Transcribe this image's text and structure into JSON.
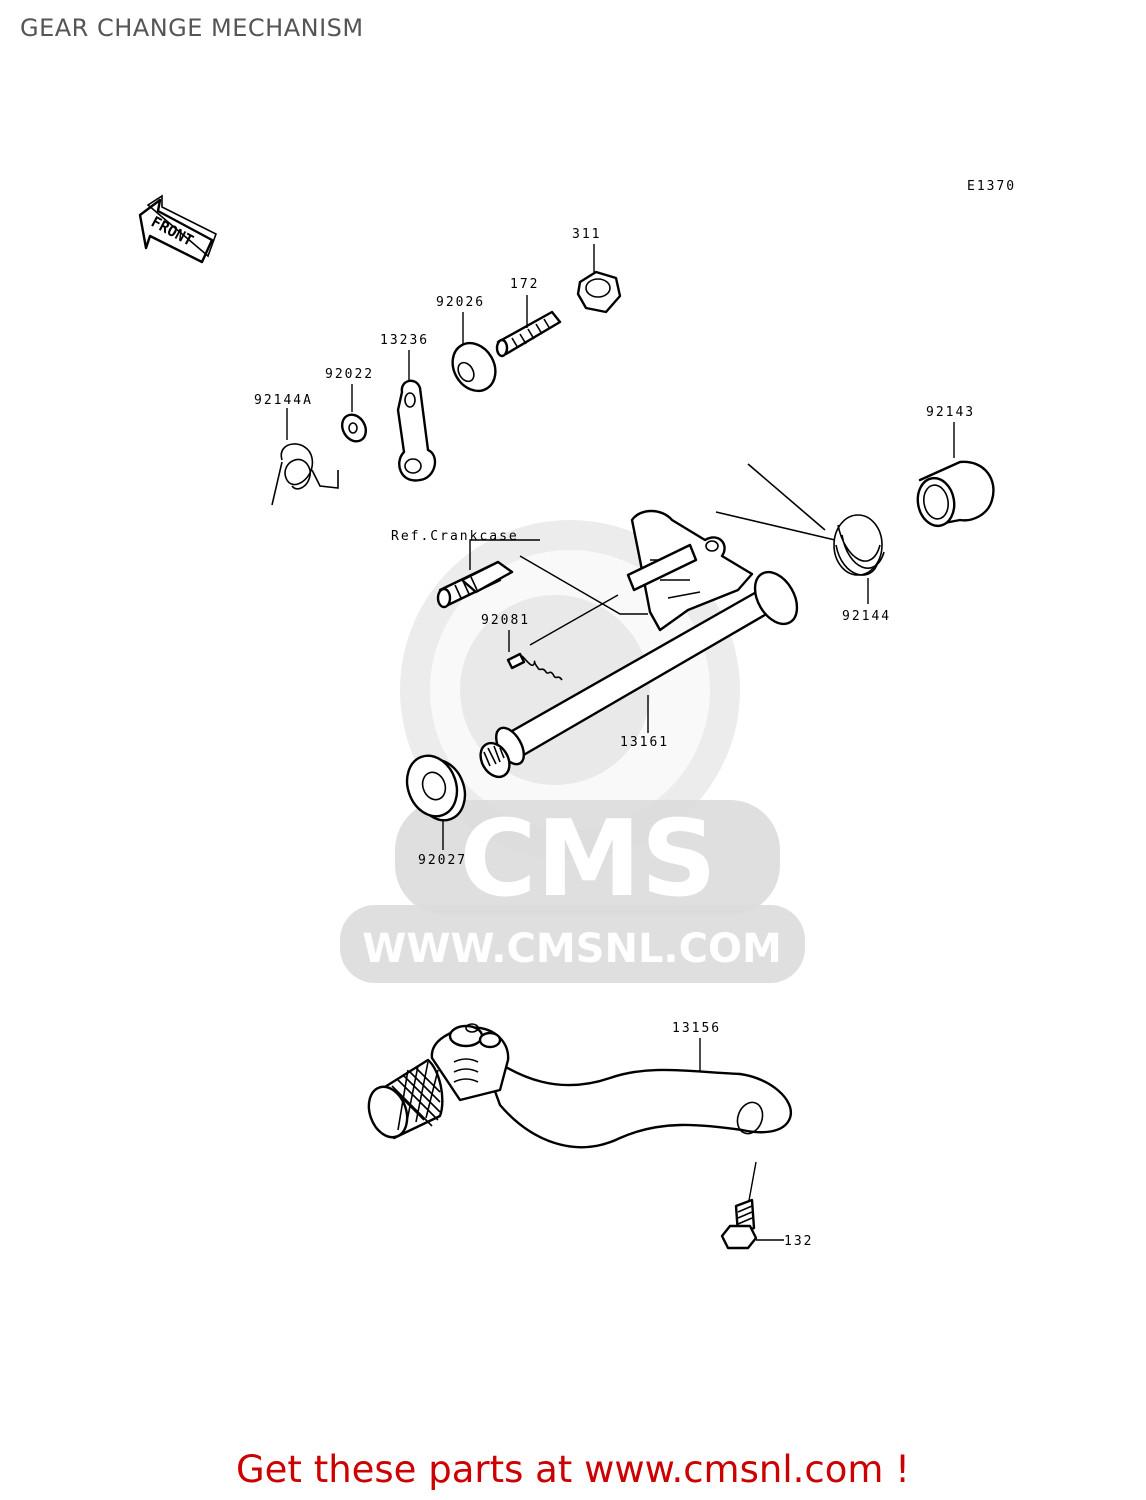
{
  "title": "GEAR CHANGE MECHANISM",
  "diagram_code": "E1370",
  "front_label": "FRONT",
  "watermark": {
    "brand": "CMS",
    "url": "WWW.CMSNL.COM"
  },
  "parts": [
    {
      "id": "311",
      "label": "311"
    },
    {
      "id": "172",
      "label": "172"
    },
    {
      "id": "92026",
      "label": "92026"
    },
    {
      "id": "13236",
      "label": "13236"
    },
    {
      "id": "92022",
      "label": "92022"
    },
    {
      "id": "92144A",
      "label": "92144A"
    },
    {
      "id": "92143",
      "label": "92143"
    },
    {
      "id": "ref",
      "label": "Ref.Crankcase"
    },
    {
      "id": "92081",
      "label": "92081"
    },
    {
      "id": "92144",
      "label": "92144"
    },
    {
      "id": "13161",
      "label": "13161"
    },
    {
      "id": "92027",
      "label": "92027"
    },
    {
      "id": "13156",
      "label": "13156"
    },
    {
      "id": "132",
      "label": "132"
    }
  ],
  "footer_cta": "Get these parts at www.cmsnl.com !"
}
